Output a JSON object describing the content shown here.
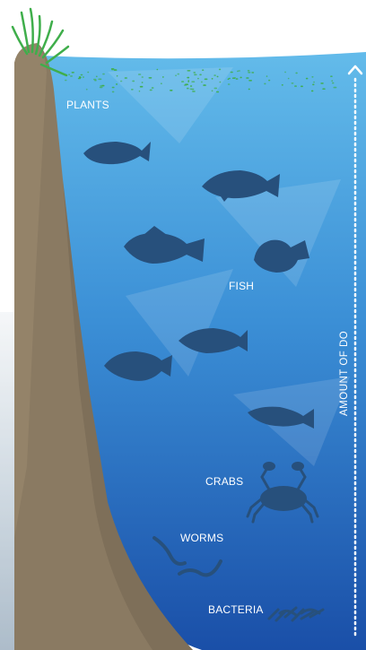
{
  "labels": {
    "plants": "PLANTS",
    "fish": "FISH",
    "crabs": "CRABS",
    "worms": "WORMS",
    "bacteria": "BACTERIA"
  },
  "axis": {
    "label": "AMOUNT OF DO",
    "direction": "up"
  },
  "colors": {
    "water_top": "#5fb6e8",
    "water_bottom": "#1a4fa8",
    "rock": "#8a7a62",
    "rock_shadow": "#6f624f",
    "silhouette": "#27507c",
    "plant": "#3fae4b"
  },
  "icons": [
    "plant-icon",
    "fish-icon",
    "crab-icon",
    "worm-icon",
    "bacteria-icon",
    "chevron-up-icon"
  ]
}
